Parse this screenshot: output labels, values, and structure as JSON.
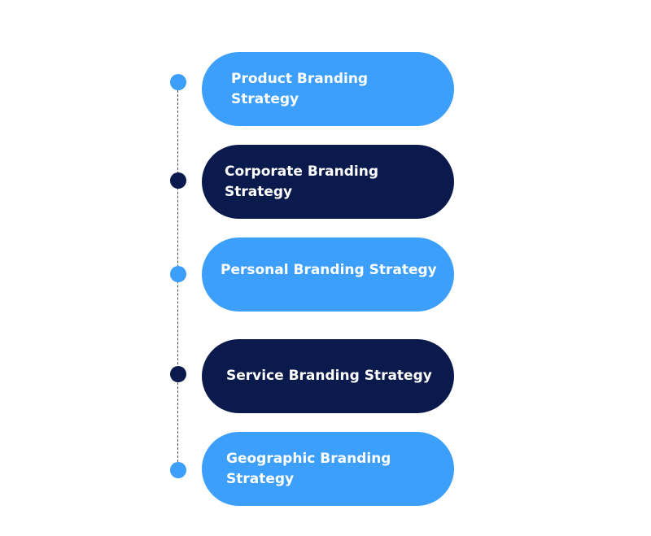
{
  "strategies": [
    {
      "label": "Product Branding Strategy",
      "style": "light"
    },
    {
      "label": "Corporate Branding Strategy",
      "style": "dark"
    },
    {
      "label": "Personal Branding Strategy",
      "style": "light"
    },
    {
      "label": "Service Branding Strategy",
      "style": "dark"
    },
    {
      "label": "Geographic Branding Strategy",
      "style": "light"
    }
  ],
  "colors": {
    "light": "#3c9ffb",
    "dark": "#0b1a4c",
    "line": "#4a4f5c"
  }
}
